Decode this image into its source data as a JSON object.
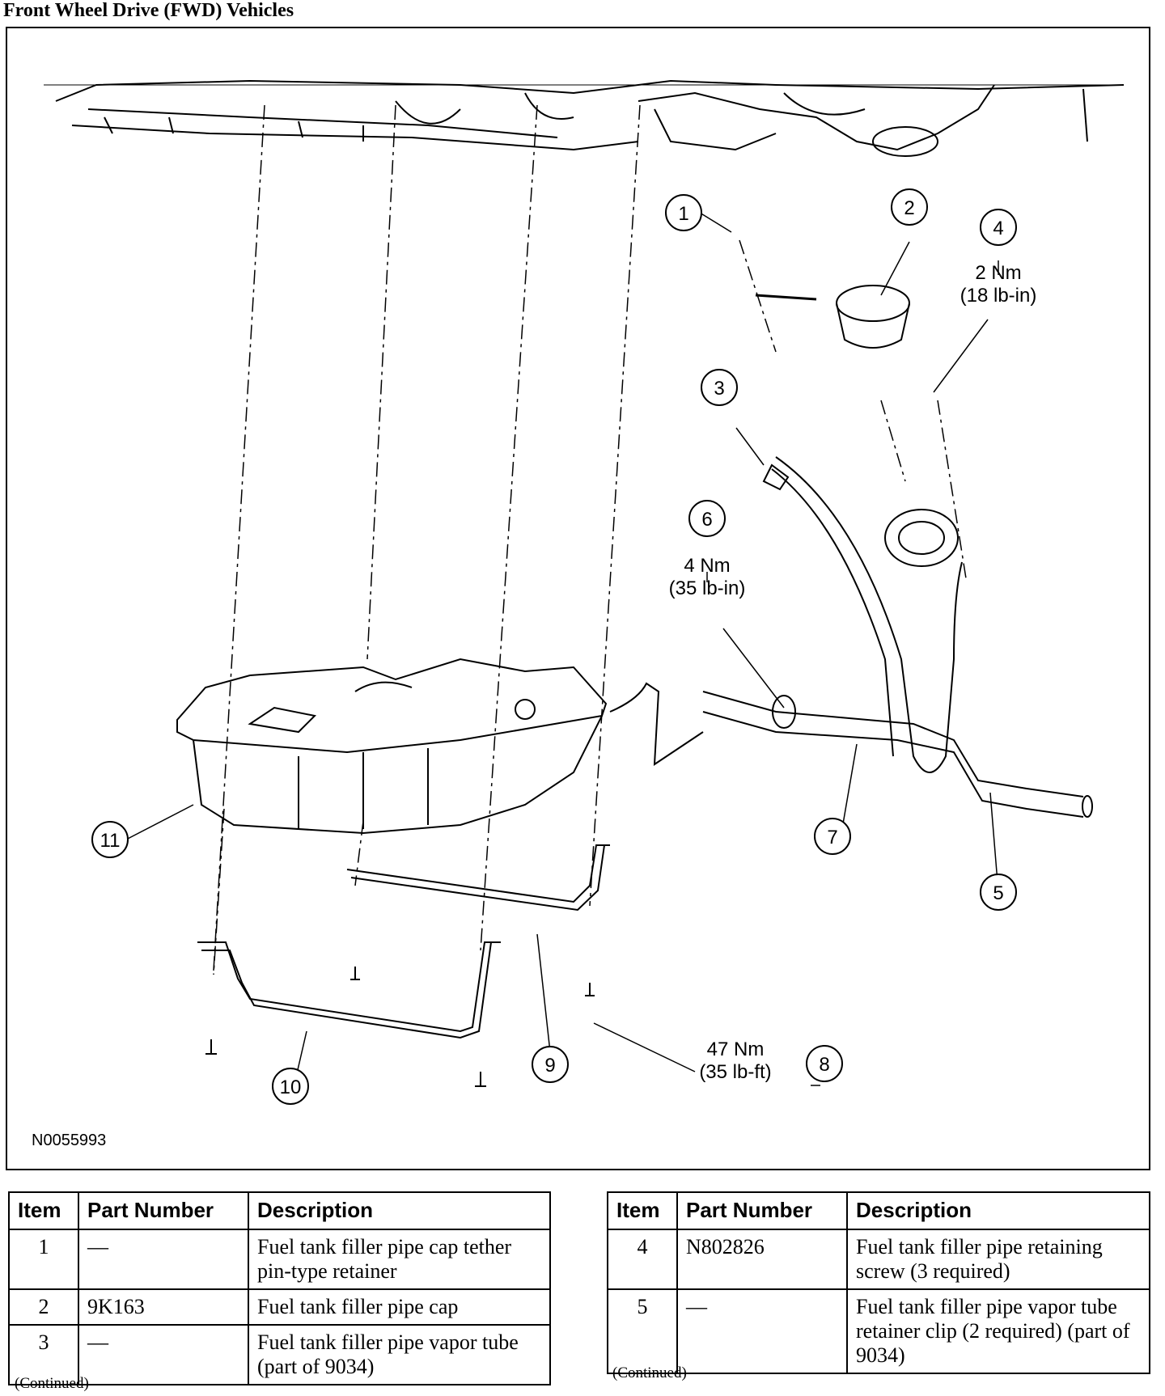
{
  "title": "Front Wheel Drive (FWD) Vehicles",
  "figure": {
    "id": "N0055993",
    "callouts": [
      {
        "num": "1"
      },
      {
        "num": "2"
      },
      {
        "num": "3"
      },
      {
        "num": "4",
        "torque": [
          "2 Nm",
          "(18 lb-in)"
        ]
      },
      {
        "num": "5"
      },
      {
        "num": "6",
        "torque": [
          "4 Nm",
          "(35 lb-in)"
        ]
      },
      {
        "num": "7"
      },
      {
        "num": "8",
        "torque": [
          "47 Nm",
          "(35 lb-ft)"
        ]
      },
      {
        "num": "9"
      },
      {
        "num": "10"
      },
      {
        "num": "11"
      }
    ]
  },
  "table_left": {
    "headers": [
      "Item",
      "Part Number",
      "Description"
    ],
    "rows": [
      {
        "item": "1",
        "part": "—",
        "desc": "Fuel tank filler pipe cap tether pin-type retainer"
      },
      {
        "item": "2",
        "part": "9K163",
        "desc": "Fuel tank filler pipe cap"
      },
      {
        "item": "3",
        "part": "—",
        "desc": "Fuel tank filler pipe vapor tube (part of 9034)"
      }
    ],
    "continued": "(Continued)"
  },
  "table_right": {
    "headers": [
      "Item",
      "Part Number",
      "Description"
    ],
    "rows": [
      {
        "item": "4",
        "part": "N802826",
        "desc": "Fuel tank filler pipe retaining screw (3 required)"
      },
      {
        "item": "5",
        "part": "—",
        "desc": "Fuel tank filler pipe vapor tube retainer clip (2 required) (part of 9034)"
      }
    ],
    "continued": "(Continued)"
  }
}
